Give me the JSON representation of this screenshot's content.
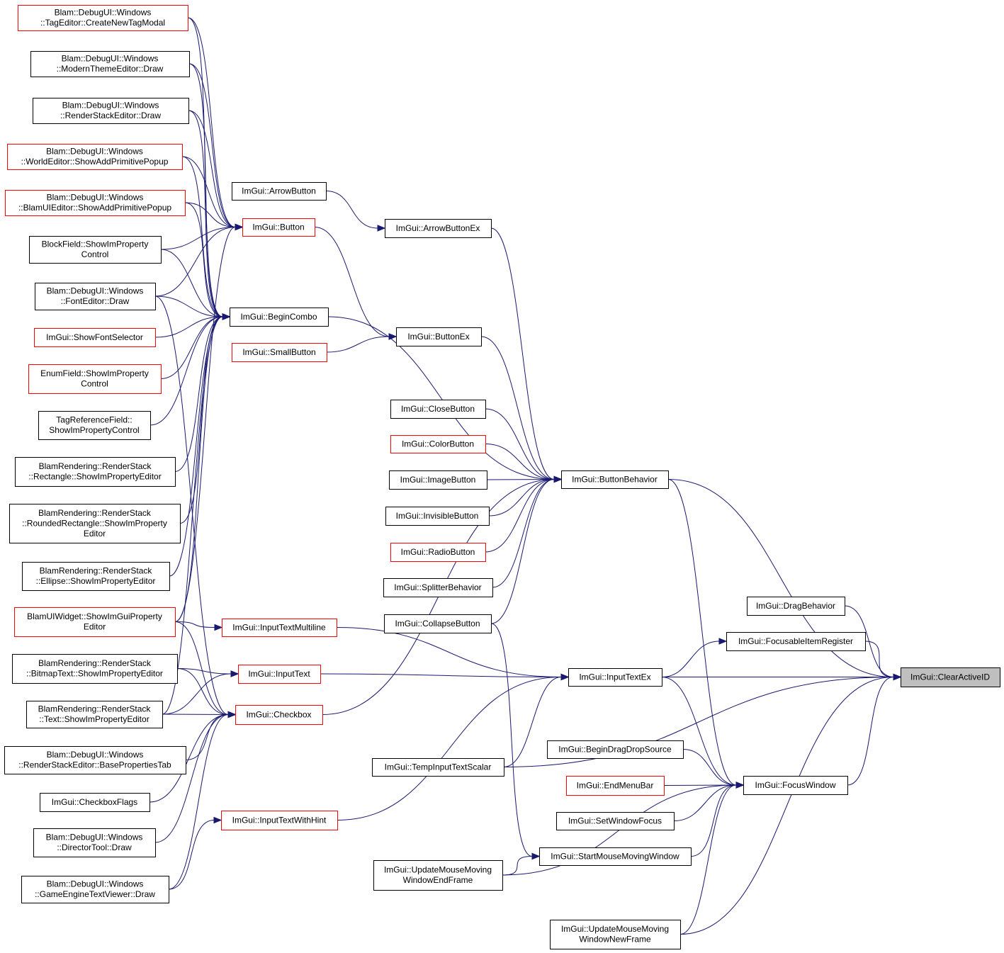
{
  "nodes": [
    {
      "id": "create_new_tag_modal",
      "lines": [
        "Blam::DebugUI::Windows",
        "::TagEditor::CreateNewTagModal"
      ],
      "border": "red"
    },
    {
      "id": "modern_theme_editor_draw",
      "lines": [
        "Blam::DebugUI::Windows",
        "::ModernThemeEditor::Draw"
      ],
      "border": "black"
    },
    {
      "id": "render_stack_editor_draw",
      "lines": [
        "Blam::DebugUI::Windows",
        "::RenderStackEditor::Draw"
      ],
      "border": "black"
    },
    {
      "id": "world_editor_add_prim",
      "lines": [
        "Blam::DebugUI::Windows",
        "::WorldEditor::ShowAddPrimitivePopup"
      ],
      "border": "red"
    },
    {
      "id": "blamui_editor_add_prim",
      "lines": [
        "Blam::DebugUI::Windows",
        "::BlamUIEditor::ShowAddPrimitivePopup"
      ],
      "border": "red"
    },
    {
      "id": "blockfield_show",
      "lines": [
        "BlockField::ShowImProperty",
        "Control"
      ],
      "border": "black"
    },
    {
      "id": "font_editor_draw",
      "lines": [
        "Blam::DebugUI::Windows",
        "::FontEditor::Draw"
      ],
      "border": "black"
    },
    {
      "id": "show_font_selector",
      "lines": [
        "ImGui::ShowFontSelector"
      ],
      "border": "red"
    },
    {
      "id": "enumfield_show",
      "lines": [
        "EnumField::ShowImProperty",
        "Control"
      ],
      "border": "red"
    },
    {
      "id": "tagref_show",
      "lines": [
        "TagReferenceField::",
        "ShowImPropertyControl"
      ],
      "border": "black"
    },
    {
      "id": "rect_show",
      "lines": [
        "BlamRendering::RenderStack",
        "::Rectangle::ShowImPropertyEditor"
      ],
      "border": "black"
    },
    {
      "id": "roundrect_show",
      "lines": [
        "BlamRendering::RenderStack",
        "::RoundedRectangle::ShowImProperty",
        "Editor"
      ],
      "border": "black"
    },
    {
      "id": "ellipse_show",
      "lines": [
        "BlamRendering::RenderStack",
        "::Ellipse::ShowImPropertyEditor"
      ],
      "border": "black"
    },
    {
      "id": "blamuiwidget_show",
      "lines": [
        "BlamUIWidget::ShowImGuiProperty",
        "Editor"
      ],
      "border": "red"
    },
    {
      "id": "bitmaptext_show",
      "lines": [
        "BlamRendering::RenderStack",
        "::BitmapText::ShowImPropertyEditor"
      ],
      "border": "black"
    },
    {
      "id": "text_show",
      "lines": [
        "BlamRendering::RenderStack",
        "::Text::ShowImPropertyEditor"
      ],
      "border": "black"
    },
    {
      "id": "base_props_tab",
      "lines": [
        "Blam::DebugUI::Windows",
        "::RenderStackEditor::BasePropertiesTab"
      ],
      "border": "black"
    },
    {
      "id": "checkbox_flags",
      "lines": [
        "ImGui::CheckboxFlags"
      ],
      "border": "black"
    },
    {
      "id": "director_tool_draw",
      "lines": [
        "Blam::DebugUI::Windows",
        "::DirectorTool::Draw"
      ],
      "border": "black"
    },
    {
      "id": "text_viewer_draw",
      "lines": [
        "Blam::DebugUI::Windows",
        "::GameEngineTextViewer::Draw"
      ],
      "border": "black"
    },
    {
      "id": "arrow_button",
      "lines": [
        "ImGui::ArrowButton"
      ],
      "border": "black"
    },
    {
      "id": "button",
      "lines": [
        "ImGui::Button"
      ],
      "border": "red"
    },
    {
      "id": "begin_combo",
      "lines": [
        "ImGui::BeginCombo"
      ],
      "border": "black"
    },
    {
      "id": "small_button",
      "lines": [
        "ImGui::SmallButton"
      ],
      "border": "red"
    },
    {
      "id": "input_text_multiline",
      "lines": [
        "ImGui::InputTextMultiline"
      ],
      "border": "red"
    },
    {
      "id": "input_text",
      "lines": [
        "ImGui::InputText"
      ],
      "border": "red"
    },
    {
      "id": "checkbox",
      "lines": [
        "ImGui::Checkbox"
      ],
      "border": "red"
    },
    {
      "id": "input_text_with_hint",
      "lines": [
        "ImGui::InputTextWithHint"
      ],
      "border": "red"
    },
    {
      "id": "arrow_button_ex",
      "lines": [
        "ImGui::ArrowButtonEx"
      ],
      "border": "black"
    },
    {
      "id": "button_ex",
      "lines": [
        "ImGui::ButtonEx"
      ],
      "border": "black"
    },
    {
      "id": "close_button",
      "lines": [
        "ImGui::CloseButton"
      ],
      "border": "black"
    },
    {
      "id": "color_button",
      "lines": [
        "ImGui::ColorButton"
      ],
      "border": "red"
    },
    {
      "id": "image_button",
      "lines": [
        "ImGui::ImageButton"
      ],
      "border": "black"
    },
    {
      "id": "invisible_button",
      "lines": [
        "ImGui::InvisibleButton"
      ],
      "border": "black"
    },
    {
      "id": "radio_button",
      "lines": [
        "ImGui::RadioButton"
      ],
      "border": "red"
    },
    {
      "id": "splitter_behavior",
      "lines": [
        "ImGui::SplitterBehavior"
      ],
      "border": "black"
    },
    {
      "id": "collapse_button",
      "lines": [
        "ImGui::CollapseButton"
      ],
      "border": "black"
    },
    {
      "id": "temp_input_text_scalar",
      "lines": [
        "ImGui::TempInputTextScalar"
      ],
      "border": "black"
    },
    {
      "id": "update_mouse_end",
      "lines": [
        "ImGui::UpdateMouseMoving",
        "WindowEndFrame"
      ],
      "border": "black"
    },
    {
      "id": "button_behavior",
      "lines": [
        "ImGui::ButtonBehavior"
      ],
      "border": "black"
    },
    {
      "id": "input_text_ex",
      "lines": [
        "ImGui::InputTextEx"
      ],
      "border": "black"
    },
    {
      "id": "begin_drag_drop_source",
      "lines": [
        "ImGui::BeginDragDropSource"
      ],
      "border": "black"
    },
    {
      "id": "end_menu_bar",
      "lines": [
        "ImGui::EndMenuBar"
      ],
      "border": "red"
    },
    {
      "id": "set_window_focus",
      "lines": [
        "ImGui::SetWindowFocus"
      ],
      "border": "black"
    },
    {
      "id": "start_mouse_moving",
      "lines": [
        "ImGui::StartMouseMovingWindow"
      ],
      "border": "black"
    },
    {
      "id": "update_mouse_new",
      "lines": [
        "ImGui::UpdateMouseMoving",
        "WindowNewFrame"
      ],
      "border": "black"
    },
    {
      "id": "drag_behavior",
      "lines": [
        "ImGui::DragBehavior"
      ],
      "border": "black"
    },
    {
      "id": "focusable_item_register",
      "lines": [
        "ImGui::FocusableItemRegister"
      ],
      "border": "black"
    },
    {
      "id": "focus_window",
      "lines": [
        "ImGui::FocusWindow"
      ],
      "border": "black"
    },
    {
      "id": "clear_active_id",
      "lines": [
        "ImGui::ClearActiveID"
      ],
      "border": "focus"
    }
  ],
  "edges": [
    [
      "create_new_tag_modal",
      "button"
    ],
    [
      "create_new_tag_modal",
      "begin_combo"
    ],
    [
      "modern_theme_editor_draw",
      "button"
    ],
    [
      "modern_theme_editor_draw",
      "begin_combo"
    ],
    [
      "render_stack_editor_draw",
      "button"
    ],
    [
      "render_stack_editor_draw",
      "begin_combo"
    ],
    [
      "world_editor_add_prim",
      "button"
    ],
    [
      "world_editor_add_prim",
      "begin_combo"
    ],
    [
      "blamui_editor_add_prim",
      "button"
    ],
    [
      "blamui_editor_add_prim",
      "begin_combo"
    ],
    [
      "blockfield_show",
      "button"
    ],
    [
      "blockfield_show",
      "begin_combo"
    ],
    [
      "font_editor_draw",
      "button"
    ],
    [
      "font_editor_draw",
      "begin_combo"
    ],
    [
      "font_editor_draw",
      "checkbox"
    ],
    [
      "show_font_selector",
      "begin_combo"
    ],
    [
      "enumfield_show",
      "begin_combo"
    ],
    [
      "tagref_show",
      "begin_combo"
    ],
    [
      "rect_show",
      "begin_combo"
    ],
    [
      "roundrect_show",
      "begin_combo"
    ],
    [
      "ellipse_show",
      "begin_combo"
    ],
    [
      "blamuiwidget_show",
      "button"
    ],
    [
      "blamuiwidget_show",
      "begin_combo"
    ],
    [
      "blamuiwidget_show",
      "input_text_multiline"
    ],
    [
      "blamuiwidget_show",
      "checkbox"
    ],
    [
      "bitmaptext_show",
      "input_text"
    ],
    [
      "bitmaptext_show",
      "checkbox"
    ],
    [
      "text_show",
      "input_text"
    ],
    [
      "text_show",
      "checkbox"
    ],
    [
      "text_show",
      "begin_combo"
    ],
    [
      "base_props_tab",
      "checkbox"
    ],
    [
      "checkbox_flags",
      "checkbox"
    ],
    [
      "director_tool_draw",
      "checkbox"
    ],
    [
      "text_viewer_draw",
      "input_text_with_hint"
    ],
    [
      "text_viewer_draw",
      "checkbox"
    ],
    [
      "arrow_button",
      "arrow_button_ex"
    ],
    [
      "button",
      "button_ex"
    ],
    [
      "small_button",
      "button_ex"
    ],
    [
      "begin_combo",
      "button_behavior"
    ],
    [
      "checkbox",
      "button_behavior"
    ],
    [
      "input_text_multiline",
      "input_text_ex"
    ],
    [
      "input_text",
      "input_text_ex"
    ],
    [
      "input_text_with_hint",
      "input_text_ex"
    ],
    [
      "arrow_button_ex",
      "button_behavior"
    ],
    [
      "button_ex",
      "button_behavior"
    ],
    [
      "close_button",
      "button_behavior"
    ],
    [
      "color_button",
      "button_behavior"
    ],
    [
      "image_button",
      "button_behavior"
    ],
    [
      "invisible_button",
      "button_behavior"
    ],
    [
      "radio_button",
      "button_behavior"
    ],
    [
      "splitter_behavior",
      "button_behavior"
    ],
    [
      "collapse_button",
      "button_behavior"
    ],
    [
      "collapse_button",
      "start_mouse_moving"
    ],
    [
      "temp_input_text_scalar",
      "input_text_ex"
    ],
    [
      "temp_input_text_scalar",
      "clear_active_id"
    ],
    [
      "update_mouse_end",
      "start_mouse_moving"
    ],
    [
      "update_mouse_end",
      "focus_window"
    ],
    [
      "button_behavior",
      "focus_window"
    ],
    [
      "button_behavior",
      "clear_active_id"
    ],
    [
      "input_text_ex",
      "focusable_item_register"
    ],
    [
      "input_text_ex",
      "focus_window"
    ],
    [
      "input_text_ex",
      "clear_active_id"
    ],
    [
      "begin_drag_drop_source",
      "focus_window"
    ],
    [
      "end_menu_bar",
      "focus_window"
    ],
    [
      "set_window_focus",
      "focus_window"
    ],
    [
      "start_mouse_moving",
      "focus_window"
    ],
    [
      "update_mouse_new",
      "focus_window"
    ],
    [
      "update_mouse_new",
      "clear_active_id"
    ],
    [
      "drag_behavior",
      "clear_active_id"
    ],
    [
      "focusable_item_register",
      "clear_active_id"
    ],
    [
      "focus_window",
      "clear_active_id"
    ]
  ],
  "colors": {
    "edge": "#191970",
    "red_border": "#ff0000",
    "black_border": "#000000",
    "focus_fill": "#bfbfbf"
  }
}
